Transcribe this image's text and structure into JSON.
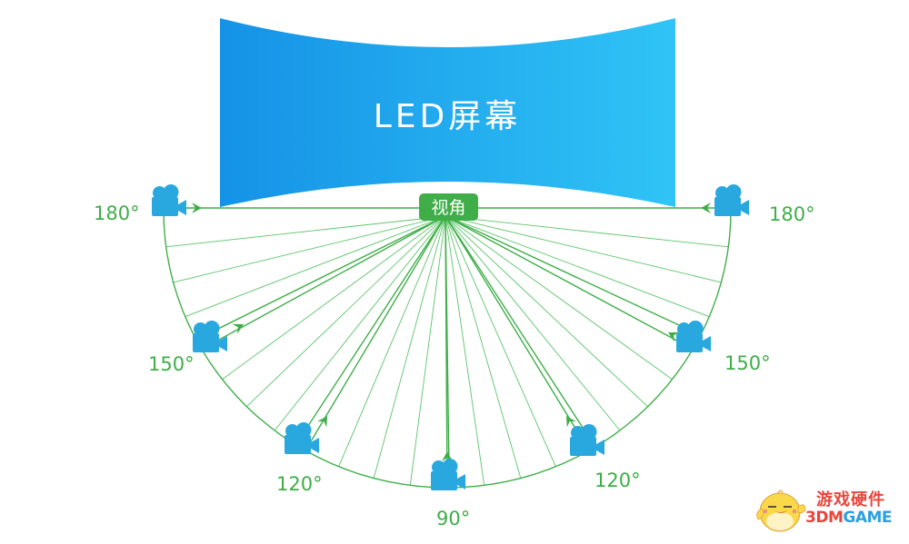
{
  "screen": {
    "title": "LED屏幕",
    "gradient_start": "#1592e6",
    "gradient_end": "#30c4f6"
  },
  "badge": {
    "label": "视角",
    "color": "#3fae49"
  },
  "colors": {
    "line_green": "#3fae49",
    "line_green_light": "#5cc46a",
    "camera_blue": "#29a8e0",
    "label_green": "#3fae49"
  },
  "cameras": [
    {
      "id": "left-180",
      "side": "left",
      "angle_label": "180°",
      "viewing_angle_deg": 180
    },
    {
      "id": "left-150",
      "side": "left",
      "angle_label": "150°",
      "viewing_angle_deg": 150
    },
    {
      "id": "left-120",
      "side": "left",
      "angle_label": "120°",
      "viewing_angle_deg": 120
    },
    {
      "id": "center-90",
      "side": "center",
      "angle_label": "90°",
      "viewing_angle_deg": 90
    },
    {
      "id": "right-120",
      "side": "right",
      "angle_label": "120°",
      "viewing_angle_deg": 120
    },
    {
      "id": "right-150",
      "side": "right",
      "angle_label": "150°",
      "viewing_angle_deg": 150
    },
    {
      "id": "right-180",
      "side": "right",
      "angle_label": "180°",
      "viewing_angle_deg": 180
    }
  ],
  "fan": {
    "ray_count": 25,
    "description": "Viewing-angle rays from the screen center to positions along a semicircular arc"
  },
  "watermark": {
    "cn_text": "游戏硬件",
    "en_part1": "3DM",
    "en_part2": "GAME"
  }
}
